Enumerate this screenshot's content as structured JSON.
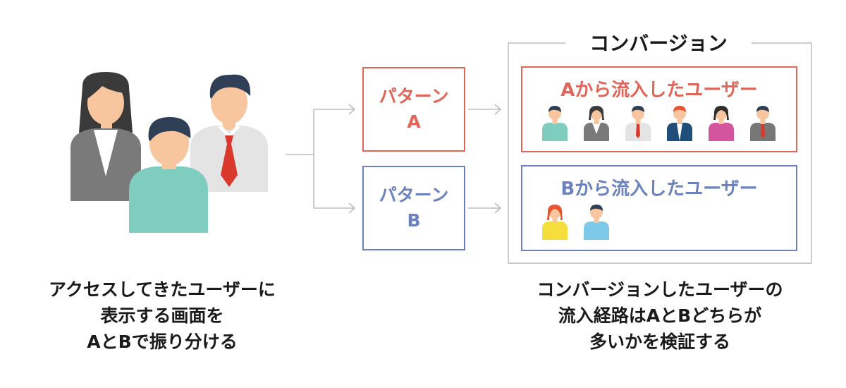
{
  "left_caption": {
    "lines": [
      "アクセスしてきたユーザーに",
      "表示する画面を",
      "AとBで振り分ける"
    ]
  },
  "right_caption": {
    "lines": [
      "コンバージョンしたユーザーの",
      "流入経路はAとBどちらが",
      "多いかを検証する"
    ]
  },
  "patterns": {
    "a": {
      "line1": "パターン",
      "line2": "A"
    },
    "b": {
      "line1": "パターン",
      "line2": "B"
    }
  },
  "conversion": {
    "title": "コンバージョン",
    "group_a_title": "Aから流入したユーザー",
    "group_b_title": "Bから流入したユーザー"
  },
  "colors": {
    "pattern_a": "#e0665a",
    "pattern_b": "#6b82bd",
    "connector": "#bdbdbd",
    "frame": "#cccccc"
  },
  "icons": {
    "visitors": "user-group-icon",
    "user": "person-icon"
  }
}
